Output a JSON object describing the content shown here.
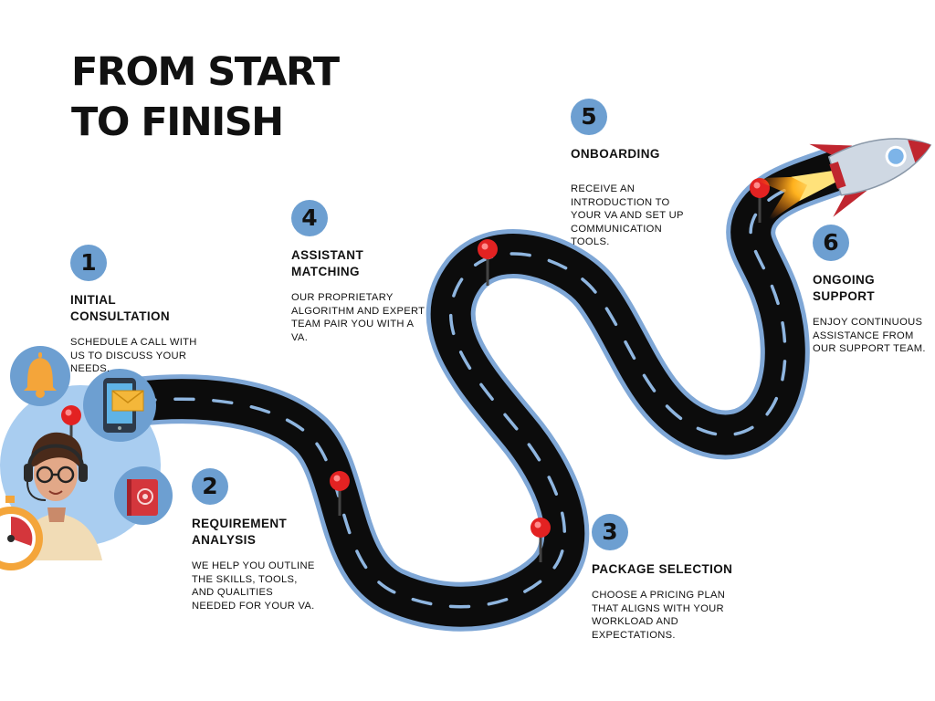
{
  "title": {
    "line1": "FROM START",
    "line2": "TO FINISH"
  },
  "colors": {
    "road": "#0c0c0c",
    "road_edge": "#7fa7d6",
    "lane_marks": "#8fb6e0",
    "badge": "#6d9fd1",
    "pin": "#e32222",
    "bubble": "#a9cdf0",
    "rocket_body": "#cfd8e3",
    "rocket_fins": "#c0262f"
  },
  "steps": [
    {
      "number": "1",
      "title": "INITIAL CONSULTATION",
      "description": "SCHEDULE A CALL WITH US TO DISCUSS YOUR NEEDS."
    },
    {
      "number": "2",
      "title": "REQUIREMENT ANALYSIS",
      "description": "WE HELP YOU OUTLINE THE SKILLS, TOOLS, AND QUALITIES NEEDED FOR YOUR VA."
    },
    {
      "number": "3",
      "title": "PACKAGE SELECTION",
      "description": "CHOOSE A PRICING PLAN THAT ALIGNS WITH YOUR WORKLOAD AND EXPECTATIONS."
    },
    {
      "number": "4",
      "title": "ASSISTANT MATCHING",
      "description": "OUR PROPRIETARY ALGORITHM AND EXPERT TEAM PAIR YOU WITH A VA."
    },
    {
      "number": "5",
      "title": "ONBOARDING",
      "description": "RECEIVE AN INTRODUCTION TO YOUR VA AND SET UP COMMUNICATION TOOLS."
    },
    {
      "number": "6",
      "title": "ONGOING SUPPORT",
      "description": "ENJOY CONTINUOUS ASSISTANCE FROM OUR SUPPORT TEAM."
    }
  ],
  "icons": [
    "bell-icon",
    "smartphone-mail-icon",
    "address-book-icon",
    "stopwatch-icon",
    "support-agent-icon",
    "map-pin-icon",
    "rocket-icon"
  ]
}
